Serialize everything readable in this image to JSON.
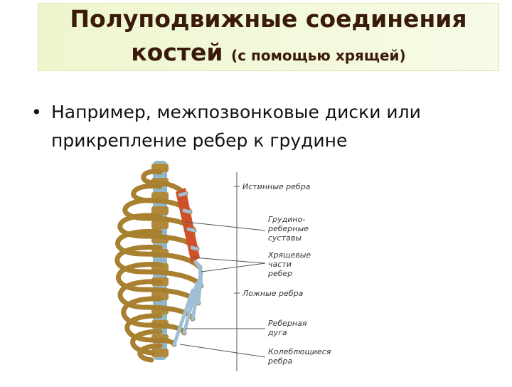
{
  "title": {
    "line1": "Полуподвижные  соединения",
    "line2_main": "костей",
    "line2_note": "(с помощью  хрящей)"
  },
  "bullet": {
    "marker": "•",
    "text": "Например, межпозвонковые диски или прикрепление ребер к грудине"
  },
  "figure": {
    "labels": {
      "true_ribs": "Истинные ребра",
      "sternocostal_1": "Грудино-",
      "sternocostal_2": "реберные",
      "sternocostal_3": "суставы",
      "cartilage_1": "Хрящевые",
      "cartilage_2": "части",
      "cartilage_3": "ребер",
      "false_ribs": "Ложные ребра",
      "arch_1": "Реберная",
      "arch_2": "дуга",
      "floating_1": "Колеблющиеся",
      "floating_2": "ребра"
    }
  }
}
